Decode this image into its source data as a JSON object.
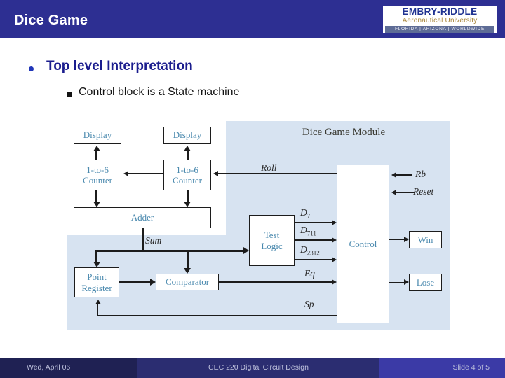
{
  "header": {
    "title": "Dice Game",
    "logo": {
      "name": "EMBRY-RIDDLE",
      "subtitle": "Aeronautical University",
      "campuses": "FLORIDA | ARIZONA | WORLDWIDE"
    }
  },
  "content": {
    "bullet1": "Top level Interpretation",
    "bullet1_sub1": "Control block is a State machine"
  },
  "diagram": {
    "title": "Dice Game Module",
    "blocks": {
      "display_left": "Display",
      "display_right": "Display",
      "counter_left": {
        "line1": "1-to-6",
        "line2": "Counter"
      },
      "counter_right": {
        "line1": "1-to-6",
        "line2": "Counter"
      },
      "adder": "Adder",
      "test_logic": {
        "line1": "Test",
        "line2": "Logic"
      },
      "control": "Control",
      "win": "Win",
      "lose": "Lose",
      "point_register": {
        "line1": "Point",
        "line2": "Register"
      },
      "comparator": "Comparator"
    },
    "signals": {
      "roll": "Roll",
      "rb": "Rb",
      "reset": "Reset",
      "sum": "Sum",
      "d7": {
        "base": "D",
        "sub": "7"
      },
      "d711": {
        "base": "D",
        "sub": "711"
      },
      "d2312": {
        "base": "D",
        "sub": "2312"
      },
      "eq": "Eq",
      "sp": "Sp"
    },
    "colors": {
      "module_background": "#D7E3F1",
      "box_label": "#4A89AE",
      "line": "#1C1C1C"
    }
  },
  "footer": {
    "date": "Wed, April 06",
    "course": "CEC 220 Digital Circuit Design",
    "slide": "Slide 4 of 5"
  },
  "colors": {
    "header_bg": "#2D2F92",
    "bullet1_text": "#1B1D8E",
    "bullet2_text": "#141414",
    "logo_blue": "#1F3291",
    "logo_gold": "#A8863C",
    "logo_strip_bg": "#5E6C96",
    "footer_left_bg": "#1F2153",
    "footer_mid_bg": "#2B2D71",
    "footer_right_bg": "#3B3AA6"
  }
}
